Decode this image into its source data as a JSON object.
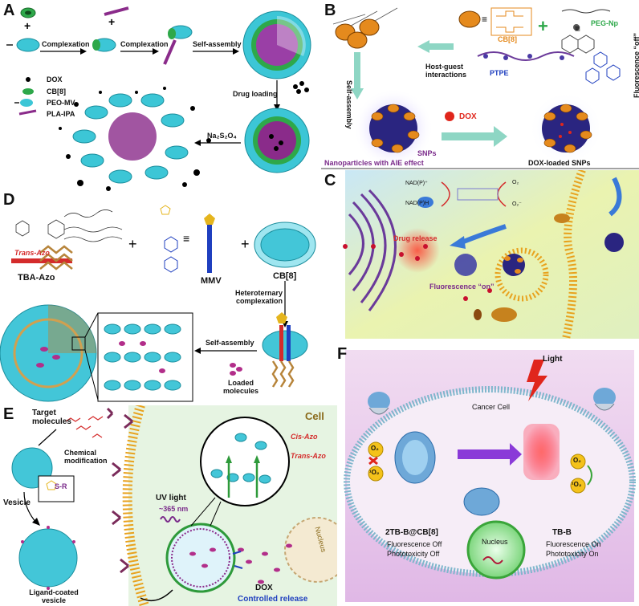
{
  "panels": {
    "a": {
      "label": "A",
      "steps": [
        "Complexation",
        "Complexation",
        "Self-assembly",
        "Drug loading",
        "Na₂S₂O₄"
      ],
      "legend": [
        "DOX",
        "CB[8]",
        "PEO-MV",
        "PLA-IPA"
      ]
    },
    "b": {
      "label": "B",
      "cb8": "CB[8]",
      "pegnp": "PEG-Np",
      "ptpe": "PTPE",
      "hostguest": "Host-guest interactions",
      "selfassembly": "Self-assembly",
      "snps": "SNPs",
      "aie": "Nanoparticles with AIE effect",
      "dox": "DOX",
      "doxloaded": "DOX-loaded SNPs",
      "fluoroff": "Fluorescence “off”"
    },
    "c": {
      "label": "C",
      "nadp": "NAD(P)⁺",
      "nadph": "NAD(P)H",
      "o2": "O₂",
      "o2minus": "O₂⁻",
      "drugrelease": "Drug release",
      "fluoron": "Fluorescence “on”"
    },
    "d": {
      "label": "D",
      "transazo": "Trans-Azo",
      "tbaazo": "TBA-Azo",
      "mmv": "MMV",
      "cb8": "CB[8]",
      "hetero": "Heteroternary complexation",
      "selfassembly": "Self-assembly",
      "loaded": "Loaded molecules"
    },
    "e": {
      "label": "E",
      "target": "Target molecules",
      "chemmod": "Chemical modification",
      "vesicle": "Vesicle",
      "sr": "S-R",
      "ligand": "Ligand-coated vesicle",
      "uv": "UV light",
      "nm": "~365 nm",
      "cell": "Cell",
      "cisazo": "Cis-Azo",
      "transazo": "Trans-Azo",
      "nucleus": "Nucleus",
      "dox": "DOX",
      "controlled": "Controlled release"
    },
    "f": {
      "label": "F",
      "light": "Light",
      "cancer": "Cancer Cell",
      "o2": "O₂",
      "singlet": "¹O₂",
      "ztb": "2TB-B@CB[8]",
      "ztbfl": "Fluorescence Off",
      "ztbph": "Phototoxicity Off",
      "tbb": "TB-B",
      "tbbfl": "Fluorescence On",
      "tbbph": "Phototoxicity On",
      "nucleus": "Nucleus"
    }
  },
  "colors": {
    "cyan": "#3cc6d6",
    "purple": "#7a2a8a",
    "green": "#2e9a3a",
    "red": "#e0261c",
    "blue": "#1f3fbf"
  }
}
